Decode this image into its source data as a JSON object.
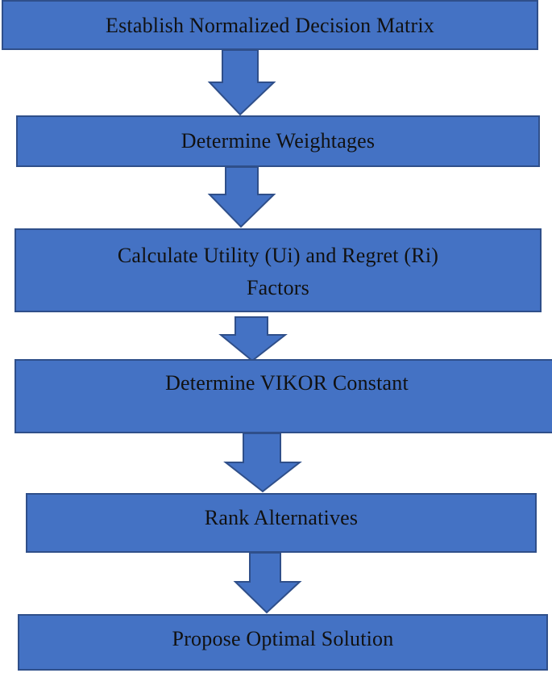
{
  "colors": {
    "box_fill": "#4472c4",
    "box_border": "#2f4f8a",
    "arrow_fill": "#4472c4",
    "arrow_border": "#2f4f8a",
    "text": "#111111"
  },
  "steps": [
    {
      "label": "Establish Normalized Decision Matrix"
    },
    {
      "label": "Determine Weightages"
    },
    {
      "label": "Calculate Utility (Ui) and Regret (Ri)",
      "label_line2": "Factors"
    },
    {
      "label": "Determine VIKOR Constant"
    },
    {
      "label": "Rank Alternatives"
    },
    {
      "label": "Propose Optimal Solution"
    }
  ]
}
